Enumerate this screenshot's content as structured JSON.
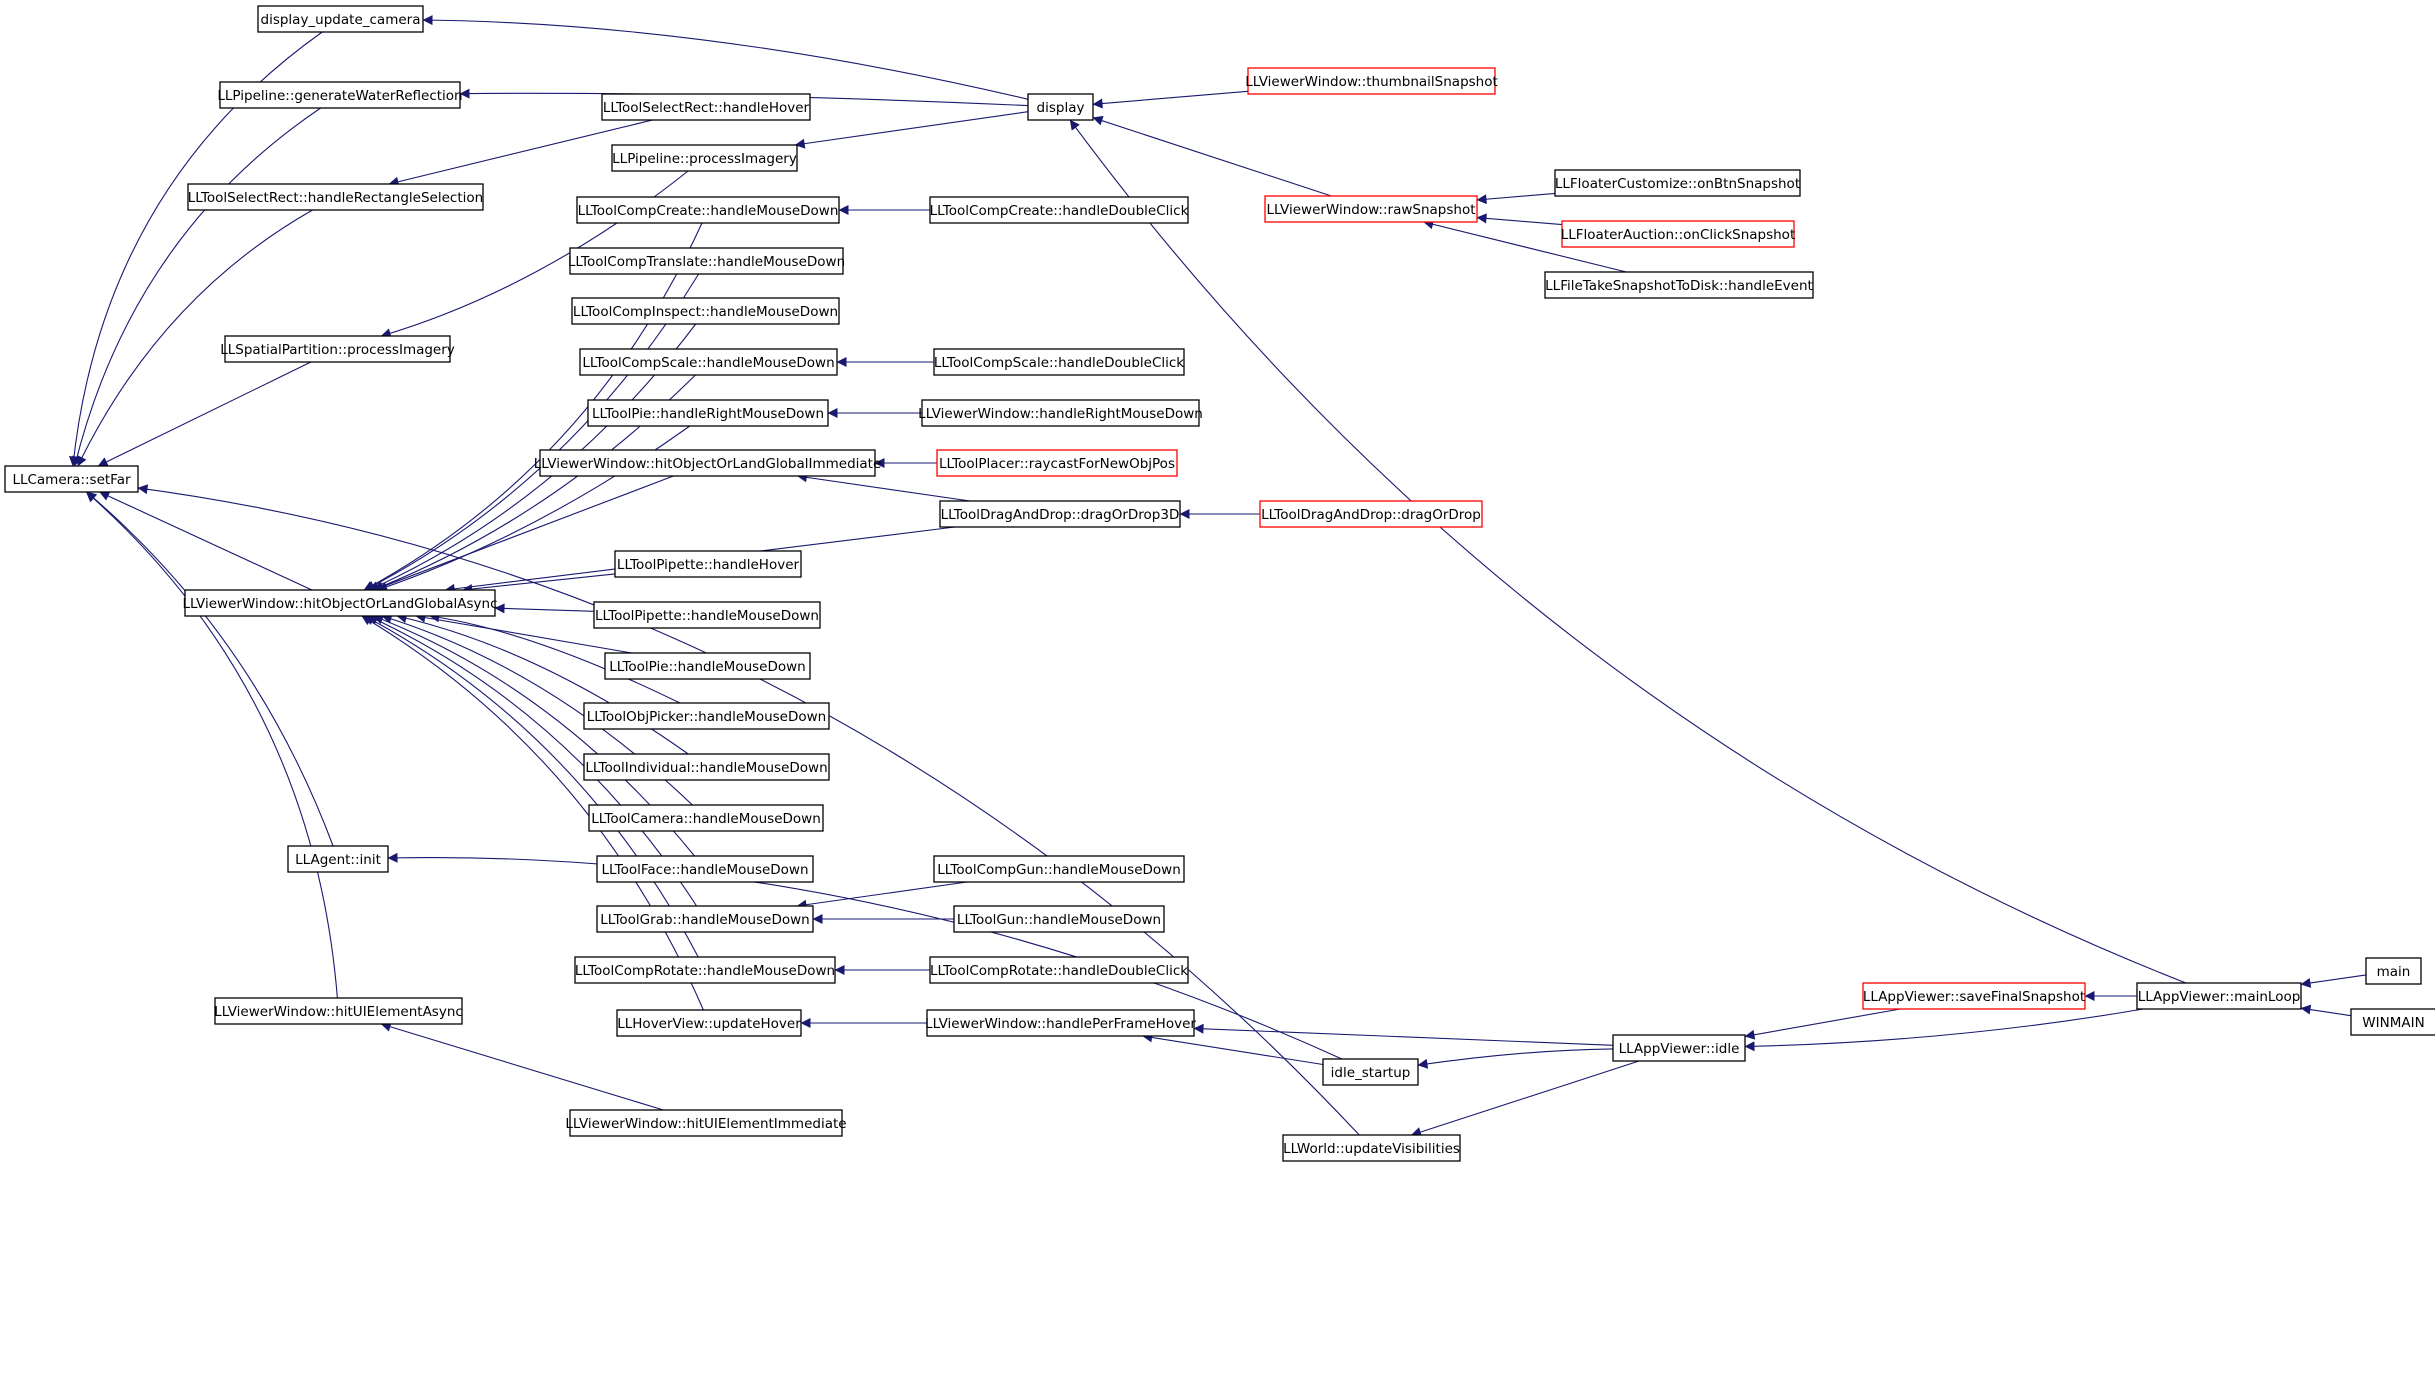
{
  "colors": {
    "edge": "#191970",
    "box_normal": "#000000",
    "box_truncated": "#ff0000",
    "root_fill": "#bfbfbf"
  },
  "nodes": [
    {
      "id": "setFar",
      "label": "LLCamera::setFar",
      "style": "root"
    },
    {
      "id": "display_update_camera",
      "label": "display_update_camera",
      "style": "normal"
    },
    {
      "id": "genWater",
      "label": "LLPipeline::generateWaterReflection",
      "style": "normal"
    },
    {
      "id": "selRectHover",
      "label": "LLToolSelectRect::handleHover",
      "style": "normal"
    },
    {
      "id": "pipeProcImagery",
      "label": "LLPipeline::processImagery",
      "style": "normal"
    },
    {
      "id": "selRectHandleRect",
      "label": "LLToolSelectRect::handleRectangleSelection",
      "style": "normal"
    },
    {
      "id": "spatialProc",
      "label": "LLSpatialPartition::processImagery",
      "style": "normal"
    },
    {
      "id": "hitAsync",
      "label": "LLViewerWindow::hitObjectOrLandGlobalAsync",
      "style": "normal"
    },
    {
      "id": "agentInit",
      "label": "LLAgent::init",
      "style": "normal"
    },
    {
      "id": "hitUIAsync",
      "label": "LLViewerWindow::hitUIElementAsync",
      "style": "normal"
    },
    {
      "id": "hitUIImmediate",
      "label": "LLViewerWindow::hitUIElementImmediate",
      "style": "normal"
    },
    {
      "id": "display",
      "label": "display",
      "style": "normal"
    },
    {
      "id": "compCreateDown",
      "label": "LLToolCompCreate::handleMouseDown",
      "style": "normal"
    },
    {
      "id": "compTranslateDown",
      "label": "LLToolCompTranslate::handleMouseDown",
      "style": "normal"
    },
    {
      "id": "compInspectDown",
      "label": "LLToolCompInspect::handleMouseDown",
      "style": "normal"
    },
    {
      "id": "compScaleDown",
      "label": "LLToolCompScale::handleMouseDown",
      "style": "normal"
    },
    {
      "id": "pieRightDown",
      "label": "LLToolPie::handleRightMouseDown",
      "style": "normal"
    },
    {
      "id": "hitImmediate",
      "label": "LLViewerWindow::hitObjectOrLandGlobalImmediate",
      "style": "normal"
    },
    {
      "id": "pipetteHover",
      "label": "LLToolPipette::handleHover",
      "style": "normal"
    },
    {
      "id": "pipetteDown",
      "label": "LLToolPipette::handleMouseDown",
      "style": "normal"
    },
    {
      "id": "pieDown",
      "label": "LLToolPie::handleMouseDown",
      "style": "normal"
    },
    {
      "id": "objPickerDown",
      "label": "LLToolObjPicker::handleMouseDown",
      "style": "normal"
    },
    {
      "id": "individualDown",
      "label": "LLToolIndividual::handleMouseDown",
      "style": "normal"
    },
    {
      "id": "cameraDown",
      "label": "LLToolCamera::handleMouseDown",
      "style": "normal"
    },
    {
      "id": "faceDown",
      "label": "LLToolFace::handleMouseDown",
      "style": "normal"
    },
    {
      "id": "grabDown",
      "label": "LLToolGrab::handleMouseDown",
      "style": "normal"
    },
    {
      "id": "compRotateDown",
      "label": "LLToolCompRotate::handleMouseDown",
      "style": "normal"
    },
    {
      "id": "hoverUpdate",
      "label": "LLHoverView::updateHover",
      "style": "normal"
    },
    {
      "id": "compCreateDbl",
      "label": "LLToolCompCreate::handleDoubleClick",
      "style": "normal"
    },
    {
      "id": "compScaleDbl",
      "label": "LLToolCompScale::handleDoubleClick",
      "style": "normal"
    },
    {
      "id": "vwRightDown",
      "label": "LLViewerWindow::handleRightMouseDown",
      "style": "normal"
    },
    {
      "id": "placerRaycast",
      "label": "LLToolPlacer::raycastForNewObjPos",
      "style": "truncated"
    },
    {
      "id": "dragOrDrop3D",
      "label": "LLToolDragAndDrop::dragOrDrop3D",
      "style": "normal"
    },
    {
      "id": "dragOrDrop",
      "label": "LLToolDragAndDrop::dragOrDrop",
      "style": "truncated"
    },
    {
      "id": "compGunDown",
      "label": "LLToolCompGun::handleMouseDown",
      "style": "normal"
    },
    {
      "id": "gunDown",
      "label": "LLToolGun::handleMouseDown",
      "style": "normal"
    },
    {
      "id": "compRotateDbl",
      "label": "LLToolCompRotate::handleDoubleClick",
      "style": "normal"
    },
    {
      "id": "vwPerFrameHover",
      "label": "LLViewerWindow::handlePerFrameHover",
      "style": "normal"
    },
    {
      "id": "idleStartup",
      "label": "idle_startup",
      "style": "normal"
    },
    {
      "id": "worldUpdateVis",
      "label": "LLWorld::updateVisibilities",
      "style": "normal"
    },
    {
      "id": "thumbSnapshot",
      "label": "LLViewerWindow::thumbnailSnapshot",
      "style": "truncated"
    },
    {
      "id": "rawSnapshot",
      "label": "LLViewerWindow::rawSnapshot",
      "style": "truncated"
    },
    {
      "id": "floaterCustomize",
      "label": "LLFloaterCustomize::onBtnSnapshot",
      "style": "normal"
    },
    {
      "id": "floaterAuction",
      "label": "LLFloaterAuction::onClickSnapshot",
      "style": "truncated"
    },
    {
      "id": "fileTakeSnapshot",
      "label": "LLFileTakeSnapshotToDisk::handleEvent",
      "style": "normal"
    },
    {
      "id": "appIdle",
      "label": "LLAppViewer::idle",
      "style": "normal"
    },
    {
      "id": "saveFinalSnapshot",
      "label": "LLAppViewer::saveFinalSnapshot",
      "style": "truncated"
    },
    {
      "id": "mainLoop",
      "label": "LLAppViewer::mainLoop",
      "style": "normal"
    },
    {
      "id": "main",
      "label": "main",
      "style": "normal"
    },
    {
      "id": "winmain",
      "label": "WINMAIN",
      "style": "normal"
    }
  ],
  "edges": [
    [
      "display_update_camera",
      "setFar"
    ],
    [
      "genWater",
      "setFar"
    ],
    [
      "selRectHandleRect",
      "setFar"
    ],
    [
      "spatialProc",
      "setFar"
    ],
    [
      "hitAsync",
      "setFar"
    ],
    [
      "agentInit",
      "setFar"
    ],
    [
      "hitUIAsync",
      "setFar"
    ],
    [
      "worldUpdateVis",
      "setFar"
    ],
    [
      "display",
      "display_update_camera"
    ],
    [
      "display",
      "genWater"
    ],
    [
      "selRectHover",
      "selRectHandleRect"
    ],
    [
      "pipeProcImagery",
      "spatialProc"
    ],
    [
      "display",
      "pipeProcImagery"
    ],
    [
      "compCreateDown",
      "hitAsync"
    ],
    [
      "compTranslateDown",
      "hitAsync"
    ],
    [
      "compInspectDown",
      "hitAsync"
    ],
    [
      "compScaleDown",
      "hitAsync"
    ],
    [
      "pieRightDown",
      "hitAsync"
    ],
    [
      "hitImmediate",
      "hitAsync"
    ],
    [
      "dragOrDrop3D",
      "hitAsync"
    ],
    [
      "pipetteHover",
      "hitAsync"
    ],
    [
      "pipetteDown",
      "hitAsync"
    ],
    [
      "pieDown",
      "hitAsync"
    ],
    [
      "objPickerDown",
      "hitAsync"
    ],
    [
      "individualDown",
      "hitAsync"
    ],
    [
      "cameraDown",
      "hitAsync"
    ],
    [
      "faceDown",
      "hitAsync"
    ],
    [
      "grabDown",
      "hitAsync"
    ],
    [
      "compRotateDown",
      "hitAsync"
    ],
    [
      "hoverUpdate",
      "hitAsync"
    ],
    [
      "idleStartup",
      "agentInit"
    ],
    [
      "hitUIImmediate",
      "hitUIAsync"
    ],
    [
      "compCreateDbl",
      "compCreateDown"
    ],
    [
      "compScaleDbl",
      "compScaleDown"
    ],
    [
      "vwRightDown",
      "pieRightDown"
    ],
    [
      "placerRaycast",
      "hitImmediate"
    ],
    [
      "dragOrDrop3D",
      "hitImmediate"
    ],
    [
      "dragOrDrop",
      "dragOrDrop3D"
    ],
    [
      "compGunDown",
      "grabDown"
    ],
    [
      "gunDown",
      "grabDown"
    ],
    [
      "compRotateDbl",
      "compRotateDown"
    ],
    [
      "vwPerFrameHover",
      "hoverUpdate"
    ],
    [
      "appIdle",
      "vwPerFrameHover"
    ],
    [
      "idleStartup",
      "vwPerFrameHover"
    ],
    [
      "appIdle",
      "idleStartup"
    ],
    [
      "appIdle",
      "worldUpdateVis"
    ],
    [
      "thumbSnapshot",
      "display"
    ],
    [
      "rawSnapshot",
      "display"
    ],
    [
      "mainLoop",
      "display"
    ],
    [
      "floaterCustomize",
      "rawSnapshot"
    ],
    [
      "floaterAuction",
      "rawSnapshot"
    ],
    [
      "fileTakeSnapshot",
      "rawSnapshot"
    ],
    [
      "saveFinalSnapshot",
      "appIdle"
    ],
    [
      "mainLoop",
      "appIdle"
    ],
    [
      "mainLoop",
      "saveFinalSnapshot"
    ],
    [
      "main",
      "mainLoop"
    ],
    [
      "winmain",
      "mainLoop"
    ]
  ]
}
